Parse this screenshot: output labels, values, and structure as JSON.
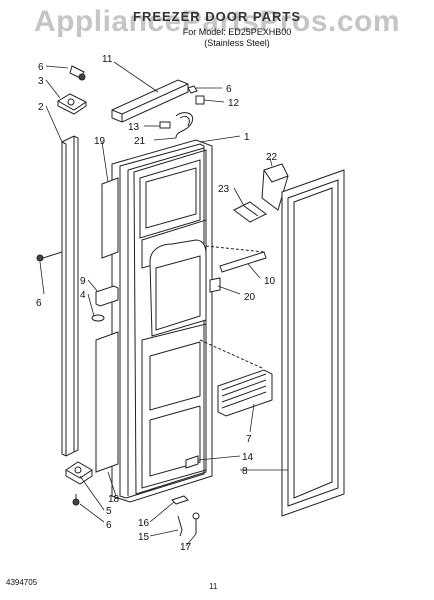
{
  "header": {
    "watermark": "AppliancePartsPros.com",
    "title": "FREEZER DOOR PARTS",
    "subtitle_line1": "For Model: ED25PEXHB00",
    "subtitle_line2": "(Stainless Steel)"
  },
  "footer": {
    "doc_id": "4394705",
    "page_number": "11"
  },
  "callouts": [
    "6",
    "3",
    "2",
    "6",
    "11",
    "6",
    "12",
    "13",
    "21",
    "1",
    "19",
    "22",
    "23",
    "10",
    "20",
    "9",
    "4",
    "7",
    "14",
    "8",
    "18",
    "5",
    "6",
    "16",
    "15",
    "17"
  ]
}
